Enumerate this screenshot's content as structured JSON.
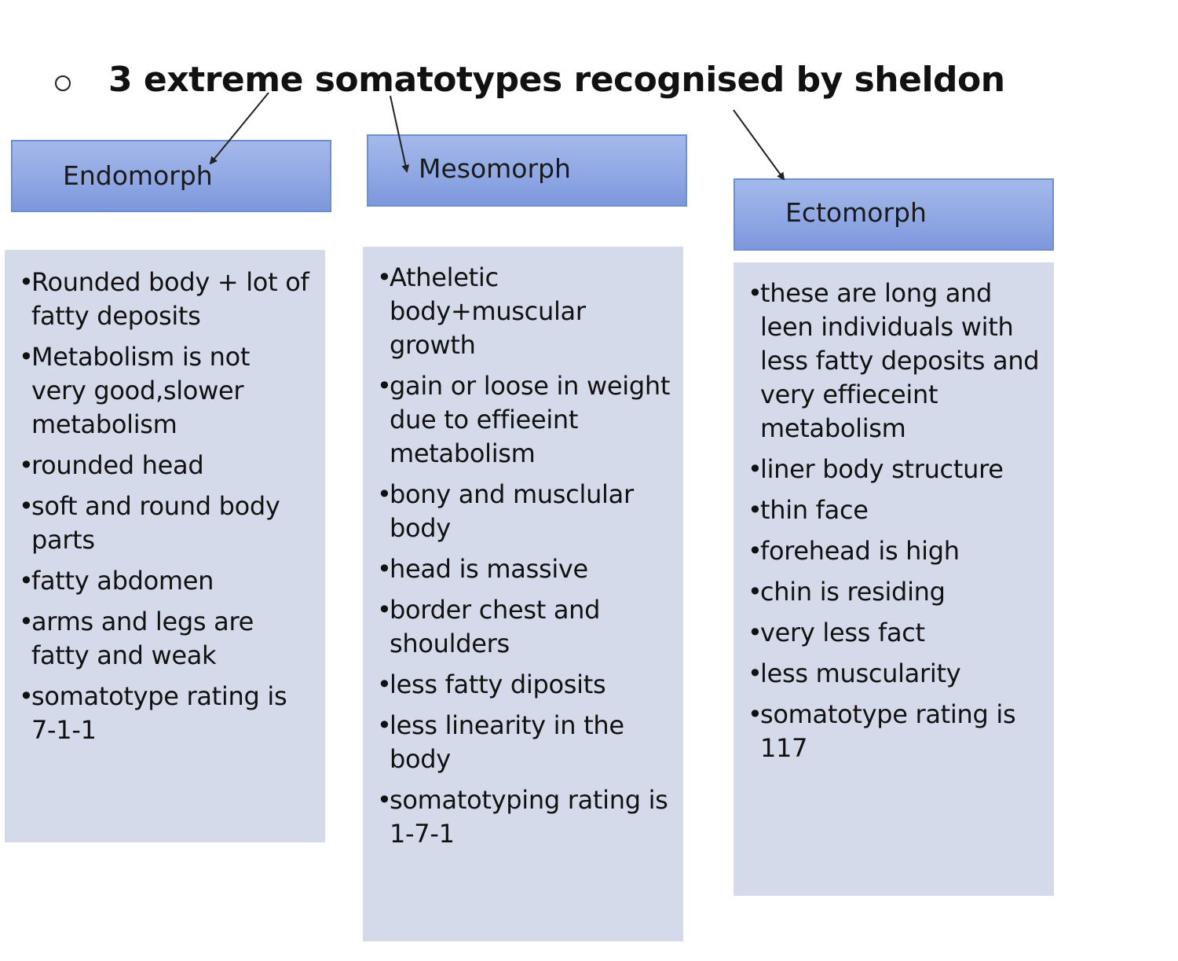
{
  "title": "3 extreme somatotypes recognised by sheldon",
  "bullet_char": "•",
  "columns": [
    {
      "heading": "Endomorph",
      "items": [
        "Rounded body + lot of fatty deposits",
        "Metabolism is not very good,slower metabolism",
        "rounded head",
        "soft and round body parts",
        "fatty abdomen",
        "arms and legs are fatty and weak",
        "somatotype rating is 7-1-1"
      ]
    },
    {
      "heading": "Mesomorph",
      "items": [
        "Atheletic body+muscular growth",
        "gain or loose in weight due to effieeint metabolism",
        "bony  and musclular body",
        "head is massive",
        "border chest and shoulders",
        "less fatty diposits",
        "less linearity in the body",
        "somatotyping rating is 1-7-1"
      ]
    },
    {
      "heading": "Ectomorph",
      "items": [
        "these are long and leen individuals with less fatty deposits and very effieceint metabolism",
        "liner body structure",
        "thin face",
        "forehead is high",
        "chin is residing",
        "very less fact",
        "less muscularity",
        "somatotype rating is 117"
      ]
    }
  ],
  "colors": {
    "header_fill": "#90a8e4",
    "header_border": "#6d8fd0",
    "body_fill": "#d4daea",
    "arrow": "#222222"
  }
}
